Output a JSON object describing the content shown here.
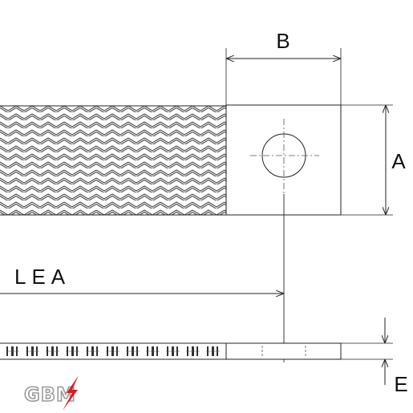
{
  "labels": {
    "dim_b": "B",
    "dim_a": "A",
    "dim_lea": "LEA",
    "dim_e": "E"
  },
  "logo": {
    "text": "GBM",
    "colors": {
      "letters": "#9a9a9a",
      "bolt": "#d81e1e"
    }
  },
  "colors": {
    "line": "#222222",
    "braid": "#333333",
    "centerline": "#555555"
  }
}
